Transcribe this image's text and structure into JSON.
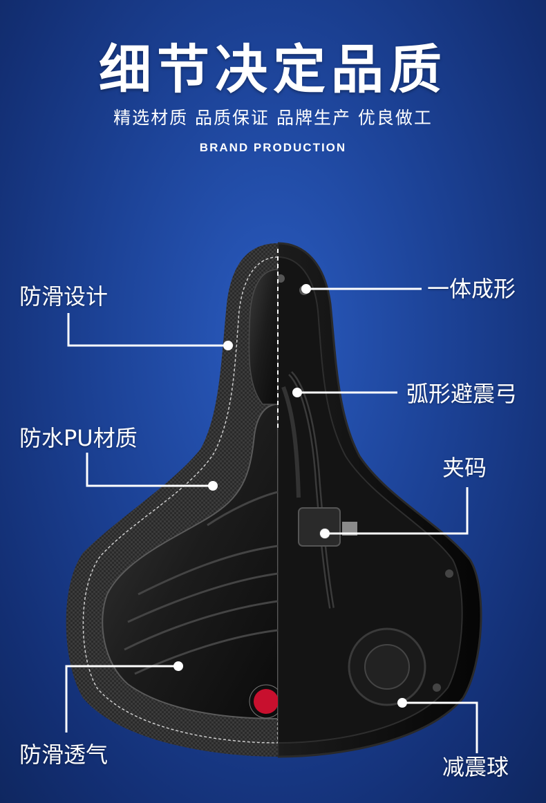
{
  "header": {
    "title": "细节决定品质",
    "subtitle": "精选材质 品质保证 品牌生产 优良做工",
    "brand_line": "BRAND PRODUCTION"
  },
  "callouts": {
    "anti_slip_design": "防滑设计",
    "waterproof_pu": "防水PU材质",
    "breathable_anti_slip": "防滑透气",
    "integrated_molding": "一体成形",
    "arc_shock_spring": "弧形避震弓",
    "clamp": "夹码",
    "shock_ball": "减震球"
  },
  "colors": {
    "background_center": "#2a5bbf",
    "background_edge": "#0f2760",
    "text": "#ffffff",
    "saddle_leather": "#1a1a1a",
    "saddle_base": "#0c0c0c",
    "accent_red": "#c8102e"
  }
}
